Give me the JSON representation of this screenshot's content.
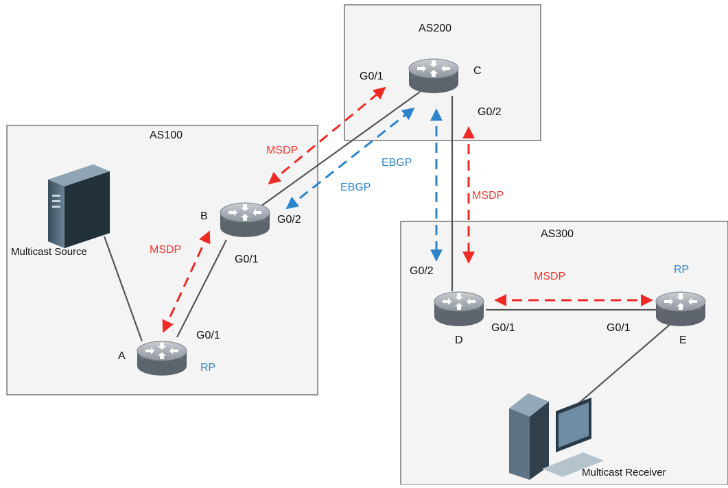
{
  "colors": {
    "msdp": "#ee2a24",
    "ebgp": "#2b84cc",
    "link": "#555555",
    "as_border": "#555555",
    "as_fill": "#f4f4f4"
  },
  "areas": {
    "as100": "AS100",
    "as200": "AS200",
    "as300": "AS300"
  },
  "routers": {
    "a": {
      "name": "A",
      "rp": "RP",
      "if_g01": "G0/1"
    },
    "b": {
      "name": "B",
      "if_g02": "G0/2",
      "if_g01": "G0/1"
    },
    "c": {
      "name": "C",
      "if_g01": "G0/1",
      "if_g02": "G0/2"
    },
    "d": {
      "name": "D",
      "if_g02": "G0/2",
      "if_g01": "G0/1"
    },
    "e": {
      "name": "E",
      "rp": "RP",
      "if_g01": "G0/1"
    }
  },
  "hosts": {
    "source": "Multicast Source",
    "receiver": "Multicast Receiver"
  },
  "sessions": {
    "msdp_ab": "MSDP",
    "msdp_bc": "MSDP",
    "msdp_cd": "MSDP",
    "msdp_de": "MSDP",
    "ebgp_cb": "EBGP",
    "ebgp_cd": "EBGP"
  }
}
